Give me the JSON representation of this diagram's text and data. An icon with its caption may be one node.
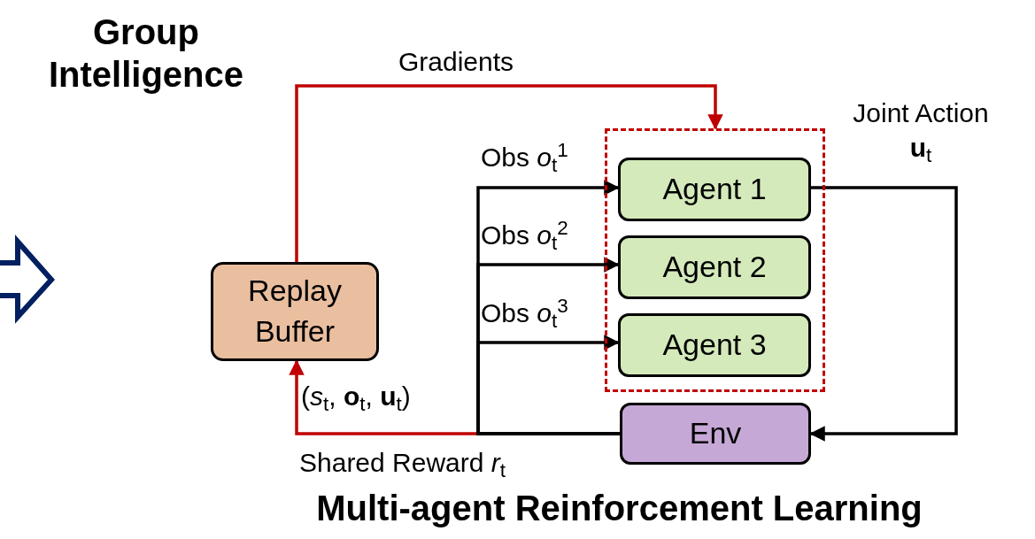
{
  "diagram": {
    "nodes": [
      {
        "text": [
          "Replay Buffer"
        ]
      },
      {
        "text": [],
        "shape": "box"
      },
      {
        "text": [
          "Agent 1"
        ],
        "in": 1
      },
      {
        "text": [
          "Agent 2"
        ],
        "in": 1
      },
      {
        "text": [
          "Agent 3"
        ],
        "in": 1
      },
      {
        "text": [
          "Env"
        ]
      }
    ],
    "edges": [
      {
        "from": 0,
        "to": 1,
        "arrow": "to",
        "label": "Gradients",
        "color": "#c00000"
      },
      {
        "from": 5,
        "to": 0,
        "arrow": "to",
        "label": "(*s*$_{t}$, **o**$_{t}$, **u**$_{t}$)",
        "color": "#c00000"
      },
      {
        "from": 5,
        "to": 2,
        "arrow": "to",
        "label": "Obs *o*$_{t}$$^{1}$"
      },
      {
        "from": 5,
        "to": 3,
        "arrow": "to",
        "label": "Obs *o*$_{t}$$^{2}$"
      },
      {
        "from": 5,
        "to": 4,
        "arrow": "to",
        "label": "Obs *o*$_{t}$$^{3}$"
      },
      {
        "from": 2,
        "to": 5,
        "arrow": "to",
        "label": "Joint Action **u**$_{t}$"
      }
    ],
    "labels": [
      "Group Intelligence",
      "Shared Reward *r*$_{t}$",
      "Multi-agent Reinforcement Learning"
    ]
  }
}
